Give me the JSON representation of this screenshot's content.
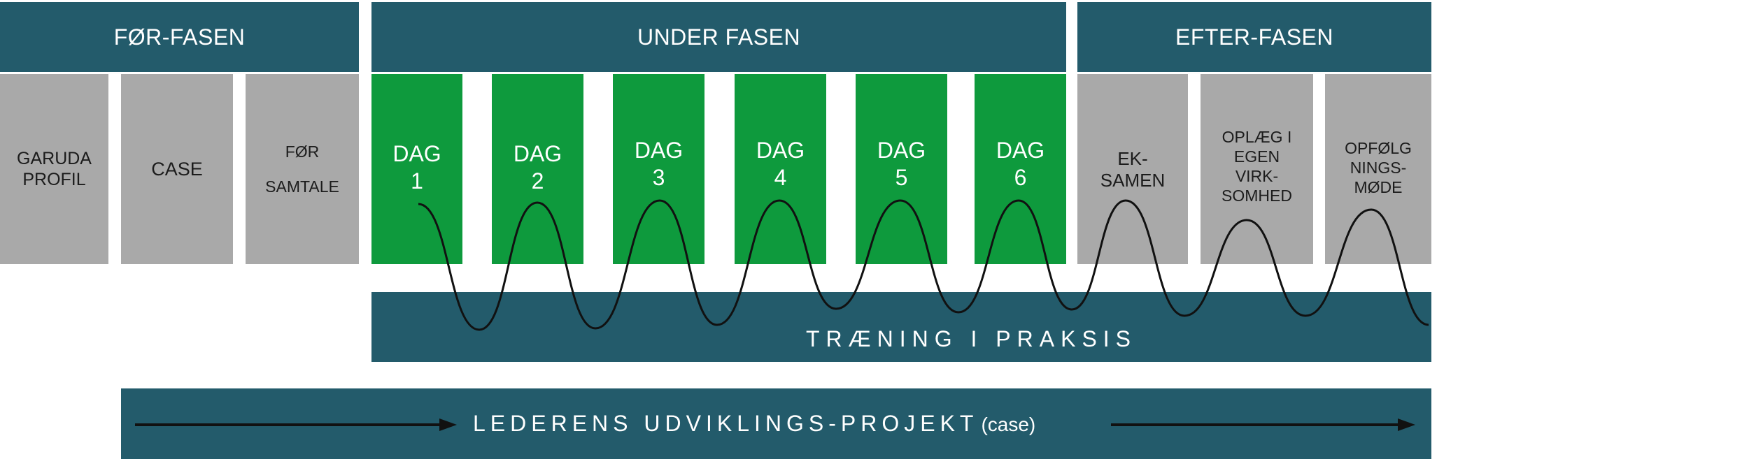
{
  "phases": {
    "before": {
      "title": "FØR-FASEN",
      "items": [
        "GARUDA\nPROFIL",
        "CASE",
        "FØR\n\nSAMTALE"
      ]
    },
    "during": {
      "title": "UNDER FASEN",
      "items": [
        "DAG\n1",
        "DAG\n2",
        "DAG\n3",
        "DAG\n4",
        "DAG\n5",
        "DAG\n6"
      ]
    },
    "after": {
      "title": "EFTER-FASEN",
      "items": [
        "EK-\nSAMEN",
        "OPLÆG I\nEGEN\nVIRK-\nSOMHED",
        "OPFØLG\nNINGS-\nMØDE"
      ]
    }
  },
  "training_band": {
    "label": "TRÆNING I PRAKSIS"
  },
  "project_band": {
    "label": "LEDERENS UDVIKLINGS-PROJEKT",
    "suffix": "(case)"
  },
  "colors": {
    "header_teal": "#235b6b",
    "day_green": "#0e9a3d",
    "box_gray": "#a9a9a9",
    "wave_line": "#111111"
  }
}
